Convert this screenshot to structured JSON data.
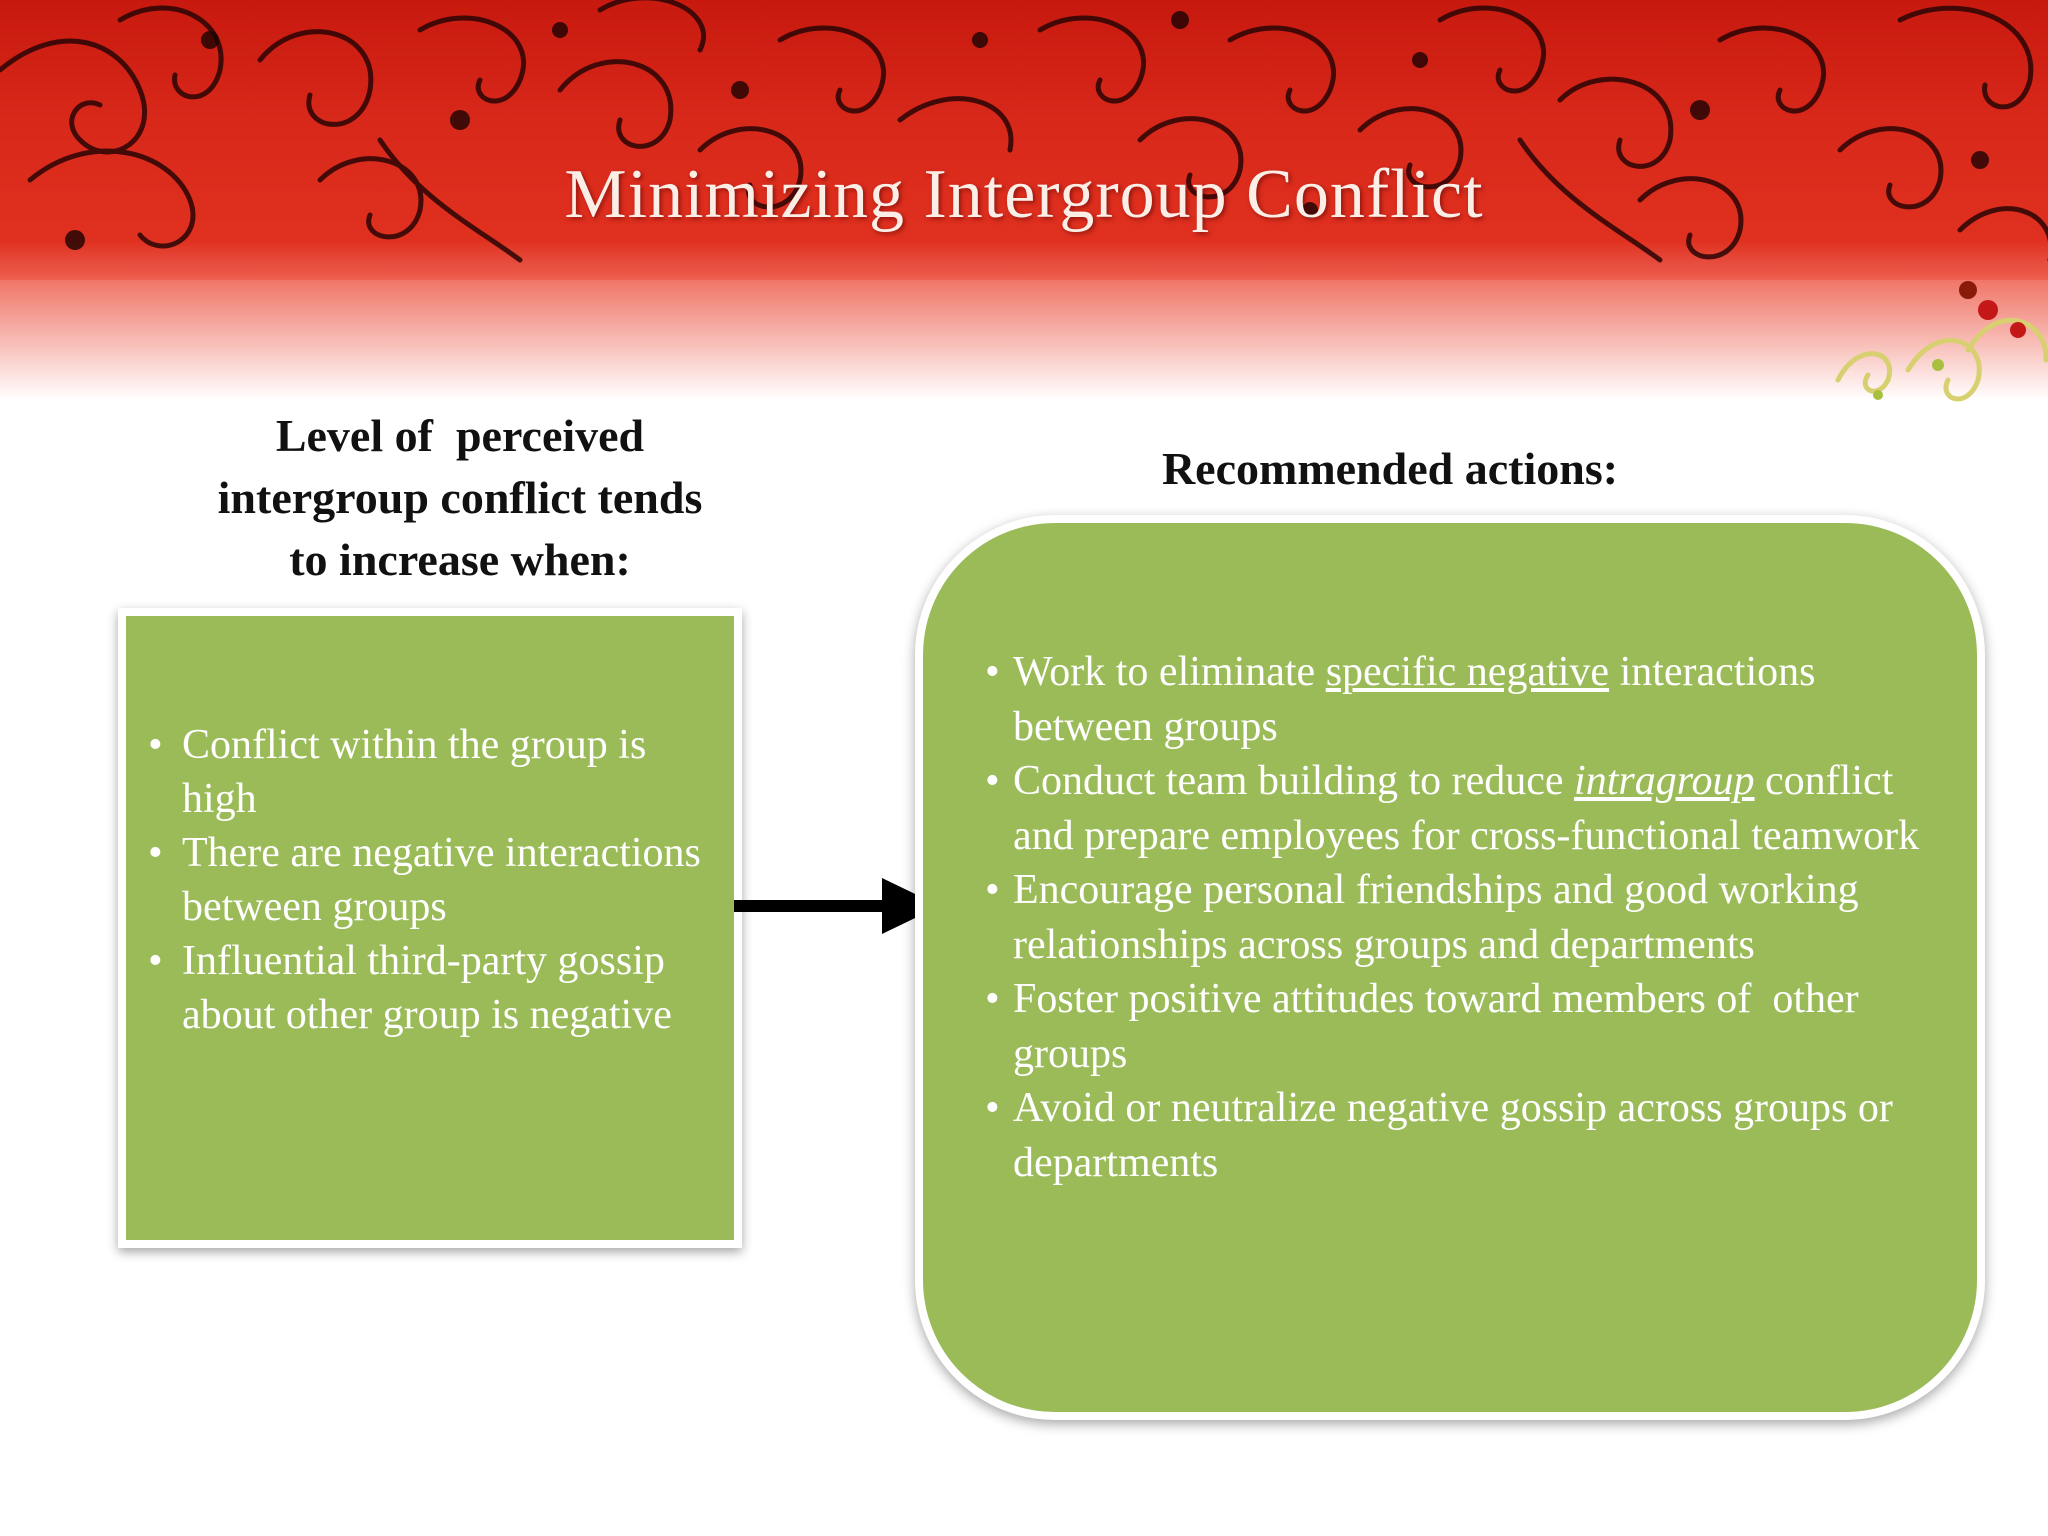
{
  "slide": {
    "title": "Minimizing Intergroup Conflict"
  },
  "left": {
    "heading_line1": "Level of  perceived",
    "heading_line2": "intergroup conflict tends",
    "heading_line3": "to increase when:",
    "bullet_symbol": "•",
    "items": [
      {
        "text": "Conflict within the group is high"
      },
      {
        "text": "There are negative interactions between groups"
      },
      {
        "text": "Influential third-party gossip about other group is negative"
      }
    ]
  },
  "right": {
    "heading": "Recommended actions:",
    "bullet_symbol": "•",
    "item1": {
      "pre": "Work to eliminate ",
      "underlined": "specific negative",
      "post": " interactions between groups"
    },
    "item2": {
      "pre": "Conduct team building to reduce ",
      "emphasis": "intragroup",
      "post": " conflict and prepare employees for cross-functional teamwork"
    },
    "item3": {
      "text": "Encourage personal friendships and good working relationships across groups and departments"
    },
    "item4": {
      "text": "Foster positive attitudes toward members of  other groups"
    },
    "item5": {
      "text": "Avoid or neutralize negative gossip across groups or departments"
    }
  },
  "colors": {
    "header_red": "#d8281a",
    "box_green": "#9bbb59",
    "title_text": "#fbeee6",
    "body_text": "#ffffff",
    "heading_text": "#111111"
  },
  "icons": {
    "arrow": "right-arrow-icon",
    "decoration": "floral-ornament"
  }
}
